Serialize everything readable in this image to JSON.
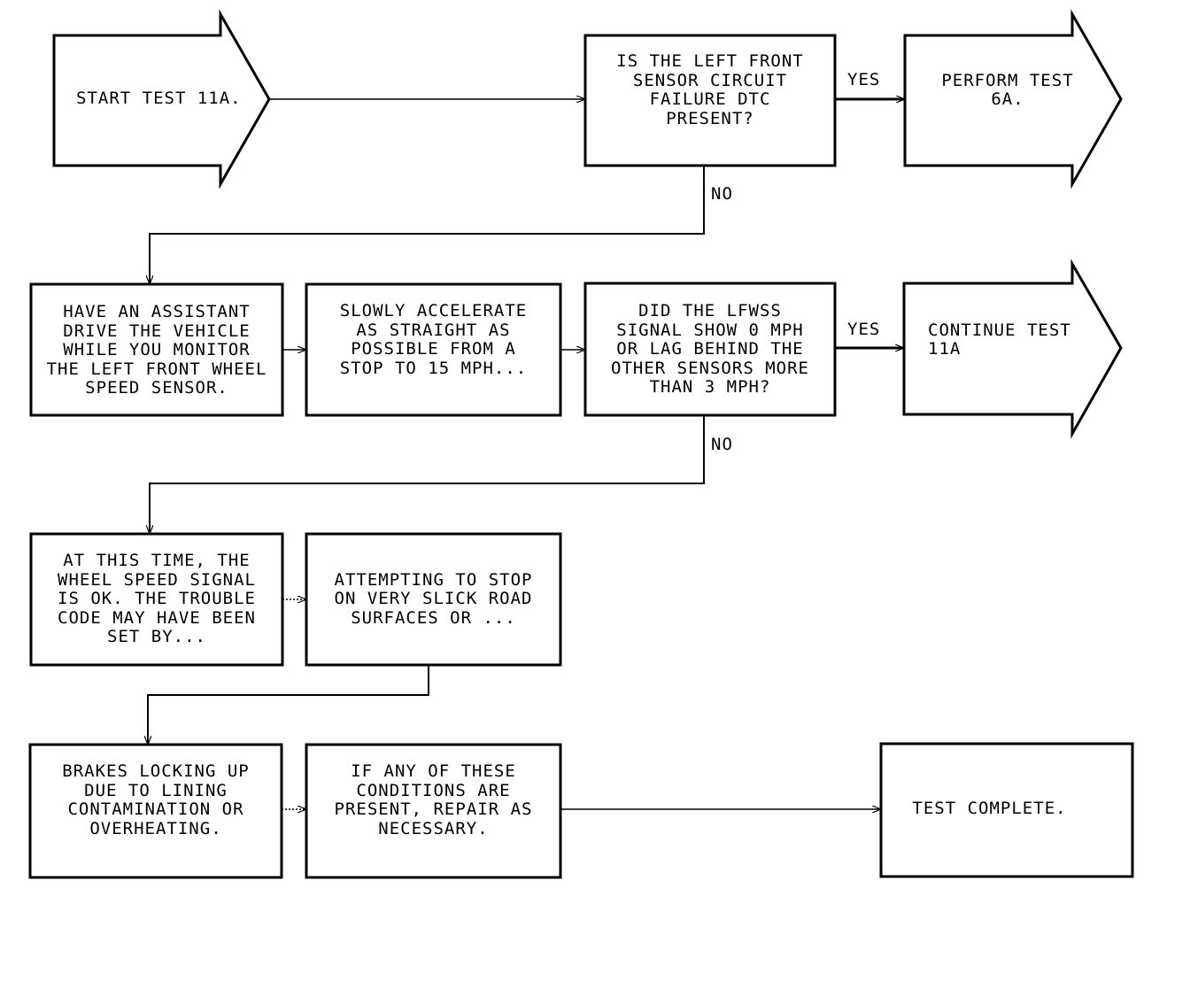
{
  "diagram": {
    "nodes": {
      "start": "START TEST 11A.",
      "q1": "IS THE LEFT FRONT\nSENSOR CIRCUIT\nFAILURE DTC\nPRESENT?",
      "perform6a": "PERFORM TEST\n6A.",
      "assistant": "HAVE AN ASSISTANT\nDRIVE THE VEHICLE\nWHILE YOU MONITOR\nTHE LEFT FRONT WHEEL\nSPEED SENSOR.",
      "accelerate": "SLOWLY ACCELERATE\nAS STRAIGHT AS\nPOSSIBLE FROM A\nSTOP TO 15 MPH...",
      "q2": "DID THE LFWSS\nSIGNAL SHOW 0 MPH\nOR LAG BEHIND THE\nOTHER SENSORS MORE\nTHAN 3 MPH?",
      "continue11a": "CONTINUE TEST\n11A",
      "signal_ok": "AT THIS TIME, THE\nWHEEL SPEED SIGNAL\nIS OK. THE TROUBLE\nCODE MAY HAVE BEEN\nSET BY...",
      "slick": "ATTEMPTING TO STOP\nON VERY SLICK ROAD\nSURFACES OR ...",
      "brakes": "BRAKES LOCKING UP\nDUE TO LINING\nCONTAMINATION OR\nOVERHEATING.",
      "repair": "IF ANY OF THESE\nCONDITIONS ARE\nPRESENT, REPAIR AS\nNECESSARY.",
      "complete": "TEST COMPLETE."
    },
    "edge_labels": {
      "q1_yes": "YES",
      "q1_no": "NO",
      "q2_yes": "YES",
      "q2_no": "NO"
    }
  }
}
